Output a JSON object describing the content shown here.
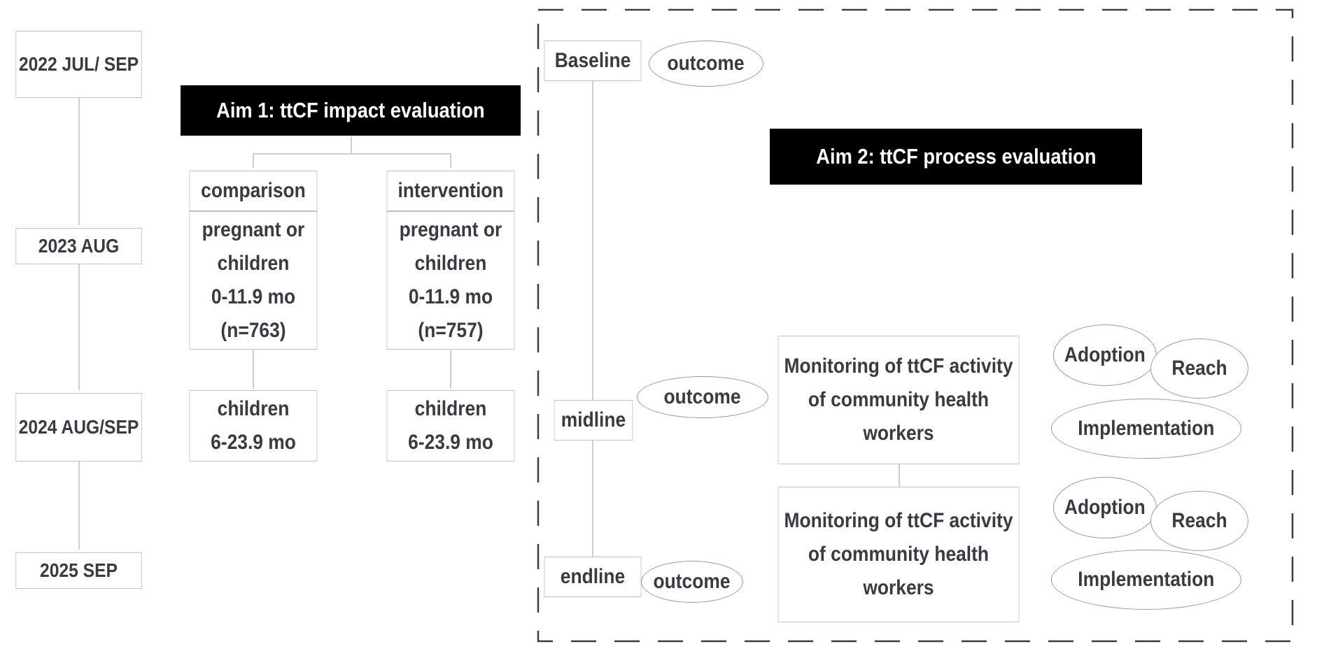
{
  "timeline": {
    "t1": "2022 JUL/ SEP",
    "t2": "2023 AUG",
    "t3": "2024 AUG/SEP",
    "t4": "2025 SEP"
  },
  "aim1": {
    "title": "Aim 1: ttCF impact evaluation",
    "comparison": {
      "label": "comparison",
      "baseline_group": "pregnant or\nchildren\n0-11.9 mo\n(n=763)",
      "followup_group": "children\n6-23.9 mo"
    },
    "intervention": {
      "label": "intervention",
      "baseline_group": "pregnant or\nchildren\n0-11.9 mo\n(n=757)",
      "followup_group": "children\n6-23.9 mo"
    }
  },
  "aim2": {
    "title": "Aim 2: ttCF process evaluation",
    "phases": {
      "baseline": "Baseline",
      "midline": "midline",
      "endline": "endline"
    },
    "outcome_label": "outcome",
    "monitoring_label": "Monitoring of ttCF activity\nof community health\nworkers",
    "measures": {
      "adoption": "Adoption",
      "reach": "Reach",
      "implementation": "Implementation"
    }
  }
}
